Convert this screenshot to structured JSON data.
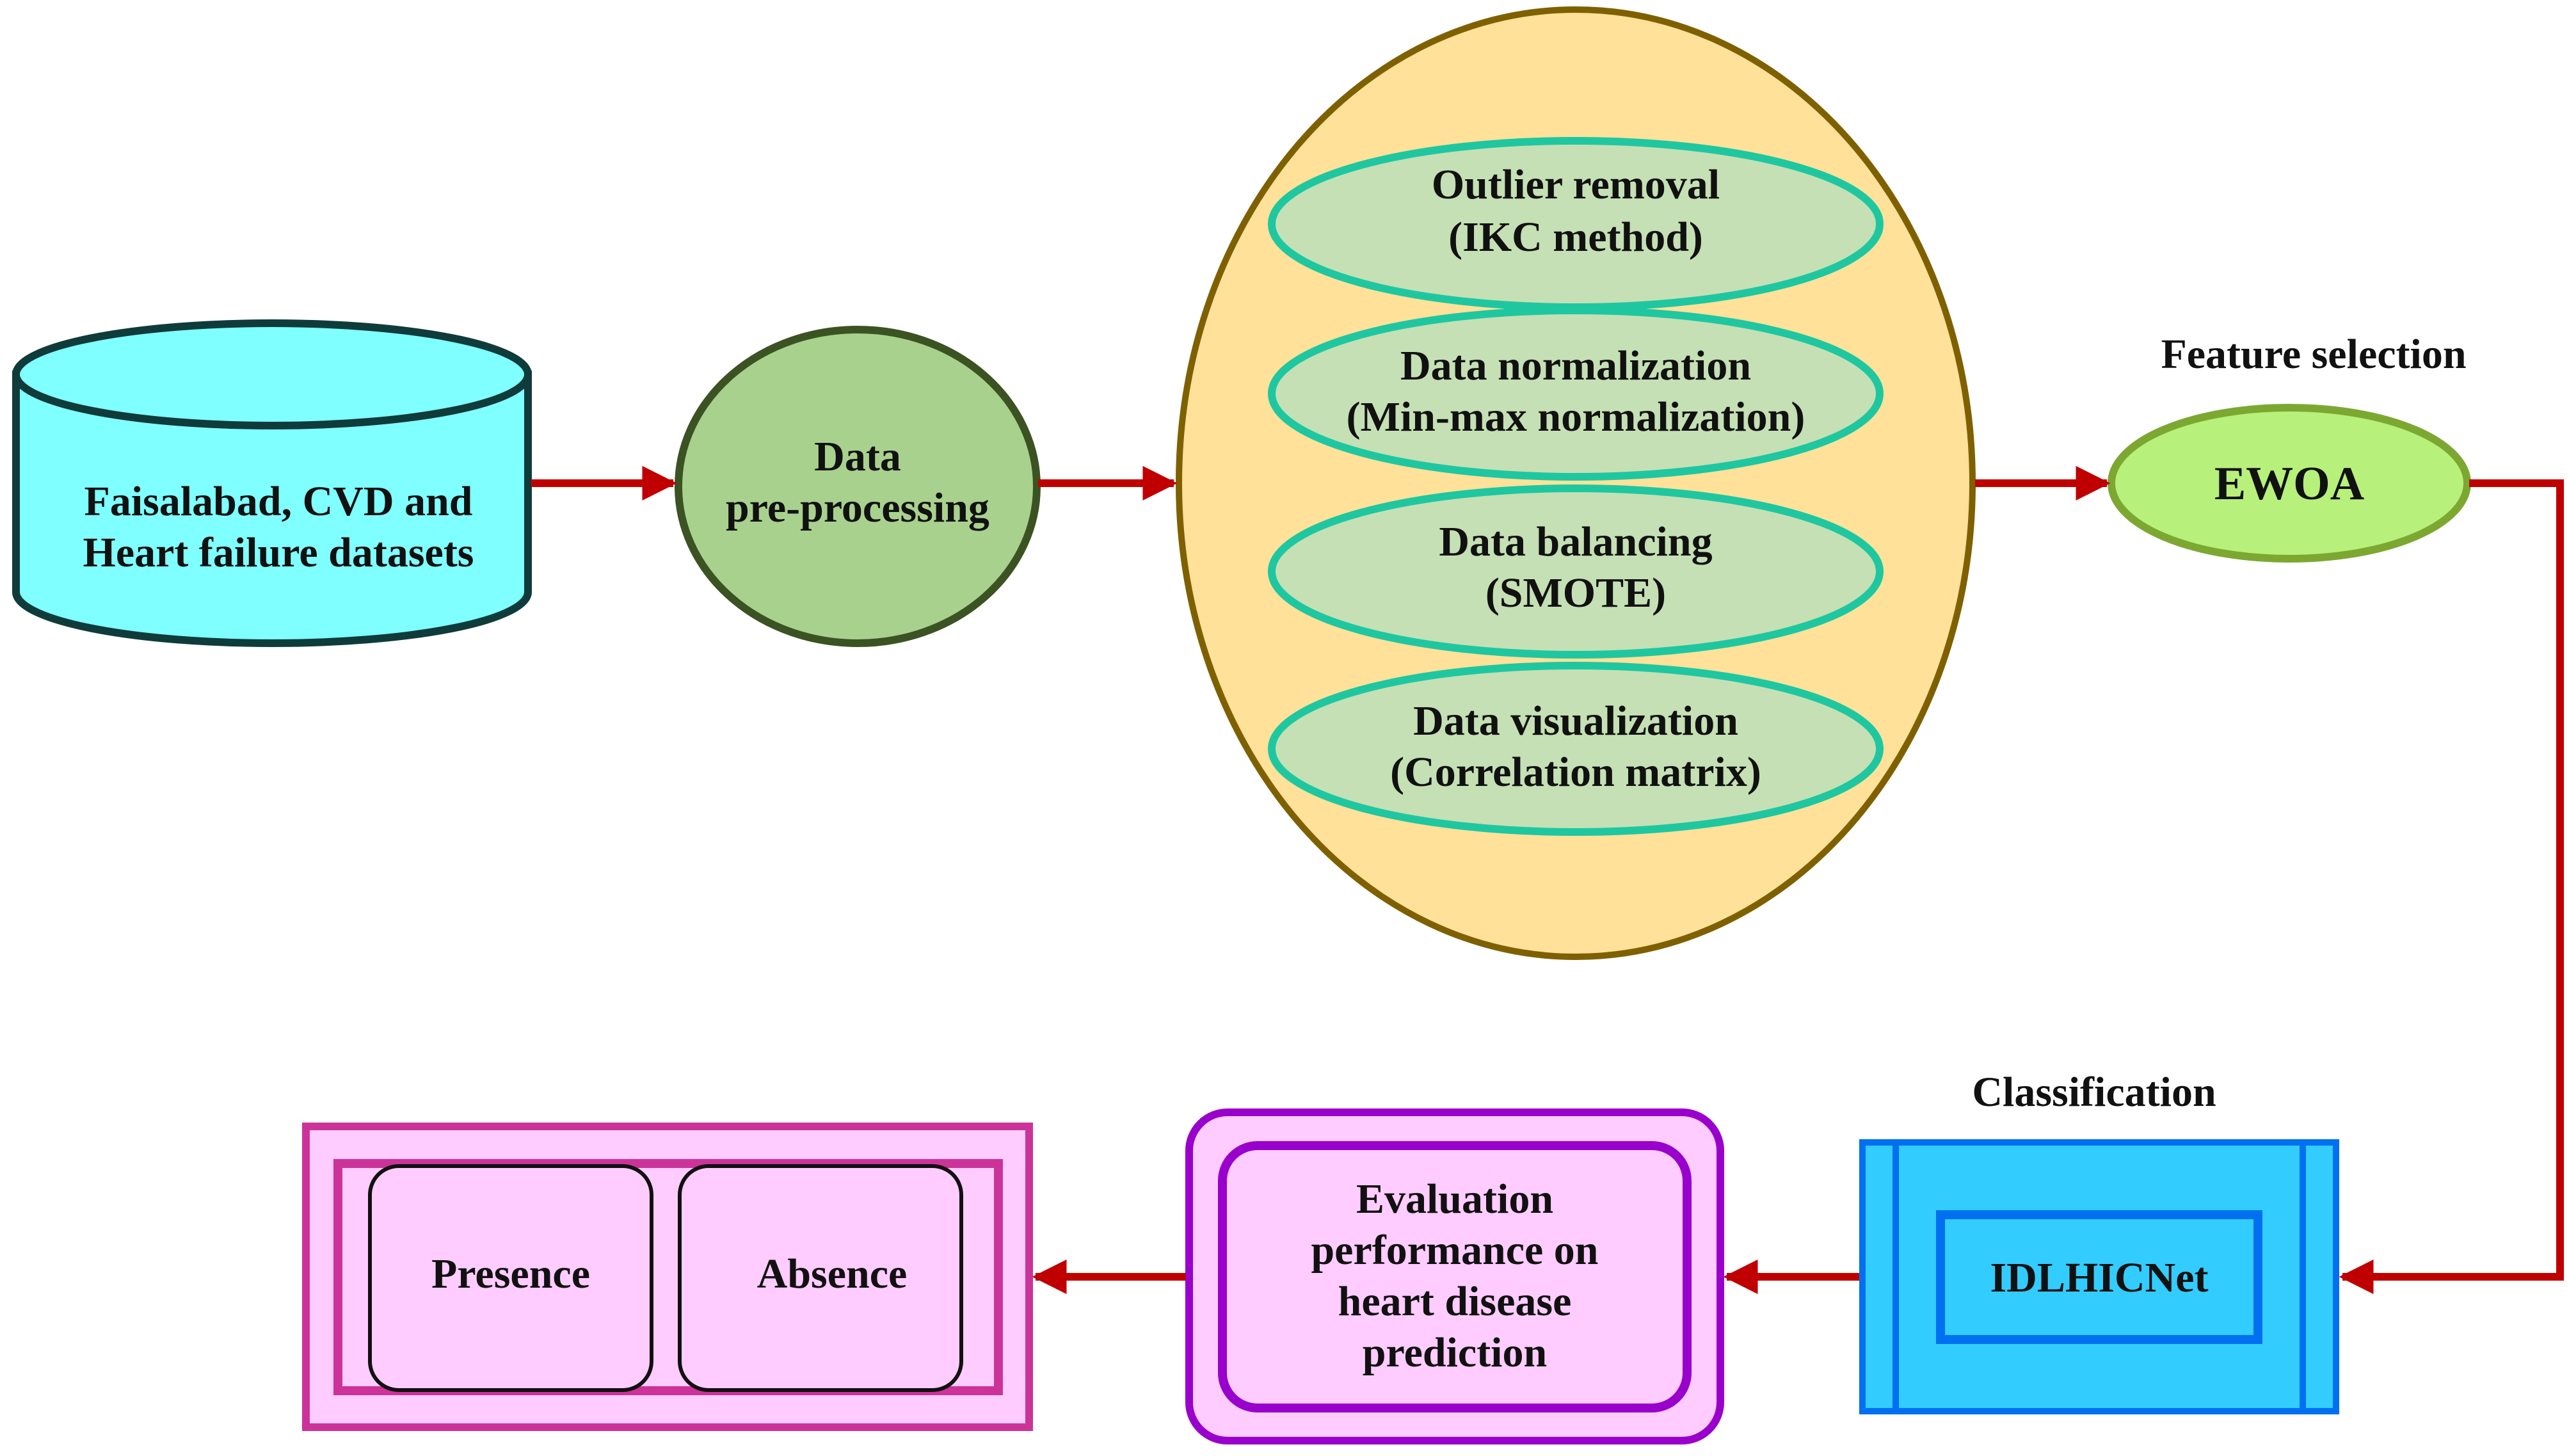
{
  "colors": {
    "arrow": "#c00000",
    "database_fill": "#7fffff",
    "database_stroke": "#0f3b3b",
    "preprocess_fill": "#a9d18e",
    "preprocess_stroke": "#3b5323",
    "big_ellipse_fill": "#ffe19a",
    "big_ellipse_stroke": "#7f6000",
    "sub_ellipse_fill": "#c5e0b4",
    "sub_ellipse_stroke": "#1fc7a0",
    "ewoa_fill": "#b7f07a",
    "ewoa_stroke": "#7ca832",
    "classifier_fill": "#33ccff",
    "classifier_stroke": "#0070f0",
    "evaluation_fill": "#ffccff",
    "evaluation_stroke": "#9900cc",
    "output_fill": "#ffccff",
    "output_stroke": "#cc3399"
  },
  "database": {
    "line1": "Faisalabad, CVD and",
    "line2": "Heart failure datasets"
  },
  "preprocessing": {
    "line1": "Data",
    "line2": "pre-processing"
  },
  "steps": [
    {
      "line1": "Outlier removal",
      "line2": "(IKC method)"
    },
    {
      "line1": "Data normalization",
      "line2": "(Min-max normalization)"
    },
    {
      "line1": "Data balancing",
      "line2": "(SMOTE)"
    },
    {
      "line1": "Data visualization",
      "line2": "(Correlation matrix)"
    }
  ],
  "feature_selection": {
    "title": "Feature selection",
    "method": "EWOA"
  },
  "classification": {
    "title": "Classification",
    "model": "IDLHICNet"
  },
  "evaluation": {
    "lines": [
      "Evaluation",
      "performance on",
      "heart disease",
      "prediction"
    ]
  },
  "outputs": {
    "presence": "Presence",
    "absence": "Absence"
  }
}
